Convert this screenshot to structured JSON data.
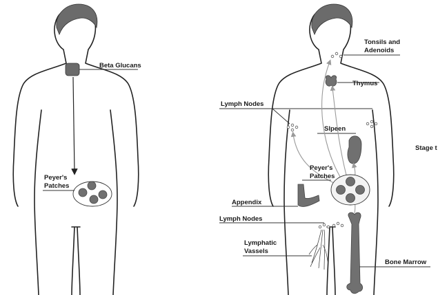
{
  "left_figure": {
    "labels": {
      "beta_glucans": "Beta Glucans",
      "peyers_line1": "Peyer's",
      "peyers_line2": "Patches"
    }
  },
  "right_figure": {
    "labels": {
      "tonsils_line1": "Tonsils and",
      "tonsils_line2": "Adenoids",
      "thymus": "Thymus",
      "lymph_nodes_upper": "Lymph Nodes",
      "spleen": "Slpeen",
      "peyers_line1": "Peyer's",
      "peyers_line2": "Patches",
      "appendix": "Appendix",
      "lymph_nodes_lower": "Lymph Nodes",
      "lymphatic_line1": "Lymphatic",
      "lymphatic_line2": "Vassels",
      "bone_marrow": "Bone Marrow",
      "stage": "Stage t"
    }
  },
  "colors": {
    "outline": "#222222",
    "hair": "#6b6b6b",
    "organ": "#707070",
    "flow_arrows": "#9a9a9a"
  }
}
